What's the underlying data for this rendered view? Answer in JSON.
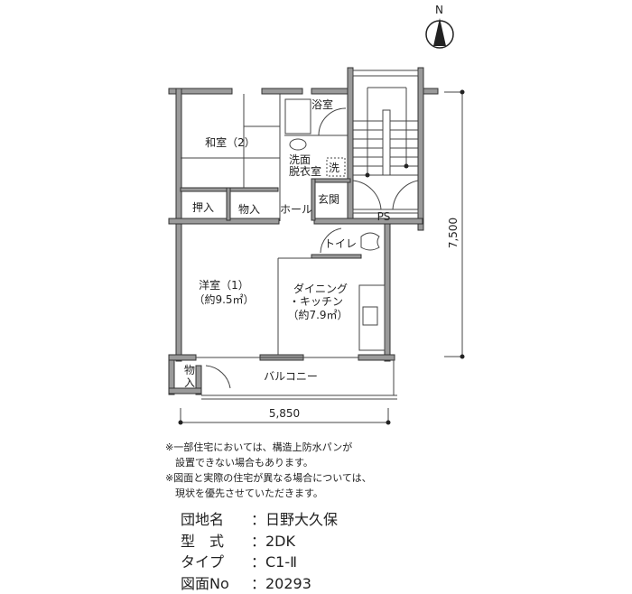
{
  "north_label": "N",
  "rooms": {
    "washitsu": "和室（2）",
    "yokushitsu": "浴室",
    "senmen1": "洗面",
    "senmen2": "脱衣室",
    "sentaku": "洗",
    "oshiire": "押入",
    "monoire": "物入",
    "hall": "ホール",
    "genkan": "玄関",
    "ps": "PS",
    "toilet": "トイレ",
    "youshitsu": "洋室（1）",
    "youshitsu_area": "（約9.5㎡）",
    "dk1": "ダイニング",
    "dk2": "・キッチン",
    "dk_area": "（約7.9㎡）",
    "balcony_storage1": "物",
    "balcony_storage2": "入",
    "balcony": "バルコニー"
  },
  "dimensions": {
    "width": "5,850",
    "depth": "7,500"
  },
  "notes": [
    "※一部住宅においては、構造上防水パンが",
    "　設置できない場合もあります。",
    "※図面と実際の住宅が異なる場合については、",
    "　現状を優先させていただきます。"
  ],
  "info": [
    {
      "key": "団地名",
      "value": "：日野大久保"
    },
    {
      "key": "型　式",
      "value": "：2DK"
    },
    {
      "key": "タイプ",
      "value": "：C1-Ⅱ"
    },
    {
      "key": "図面No",
      "value": "：20293"
    }
  ]
}
